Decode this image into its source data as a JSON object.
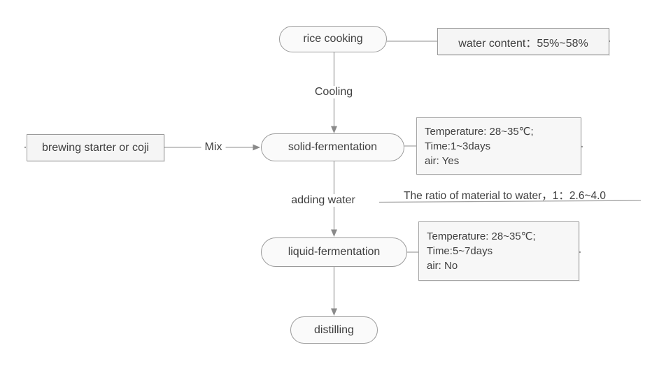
{
  "diagram": {
    "title_hint": "rice wine brewing process flowchart",
    "nodes": {
      "rice_cooking": {
        "label": "rice cooking"
      },
      "water_content": {
        "label": "water content：55%~58%"
      },
      "brewing_starter": {
        "label": "brewing starter or coji"
      },
      "solid_fermentation": {
        "label": "solid-fermentation"
      },
      "liquid_fermentation": {
        "label": "liquid-fermentation"
      },
      "distilling": {
        "label": "distilling"
      }
    },
    "annotations": {
      "solid_params": {
        "temperature": "Temperature: 28~35℃;",
        "time": "Time:1~3days",
        "air": "air: Yes"
      },
      "liquid_params": {
        "temperature": "Temperature: 28~35℃;",
        "time": "Time:5~7days",
        "air": "air: No"
      },
      "ratio_note": "The ratio of material to water，1：2.6~4.0"
    },
    "edge_labels": {
      "cooling": "Cooling",
      "mix": "Mix",
      "adding_water": "adding water"
    }
  },
  "colors": {
    "background": "#ffffff",
    "node_border": "#9b9b9b",
    "pill_fill": "#fafafa",
    "rect_fill": "#f5f5f5",
    "note_fill": "#f7f7f7",
    "text": "#3f3f3f",
    "line": "#a3a3a3",
    "arrowhead": "#8a8a8a"
  }
}
